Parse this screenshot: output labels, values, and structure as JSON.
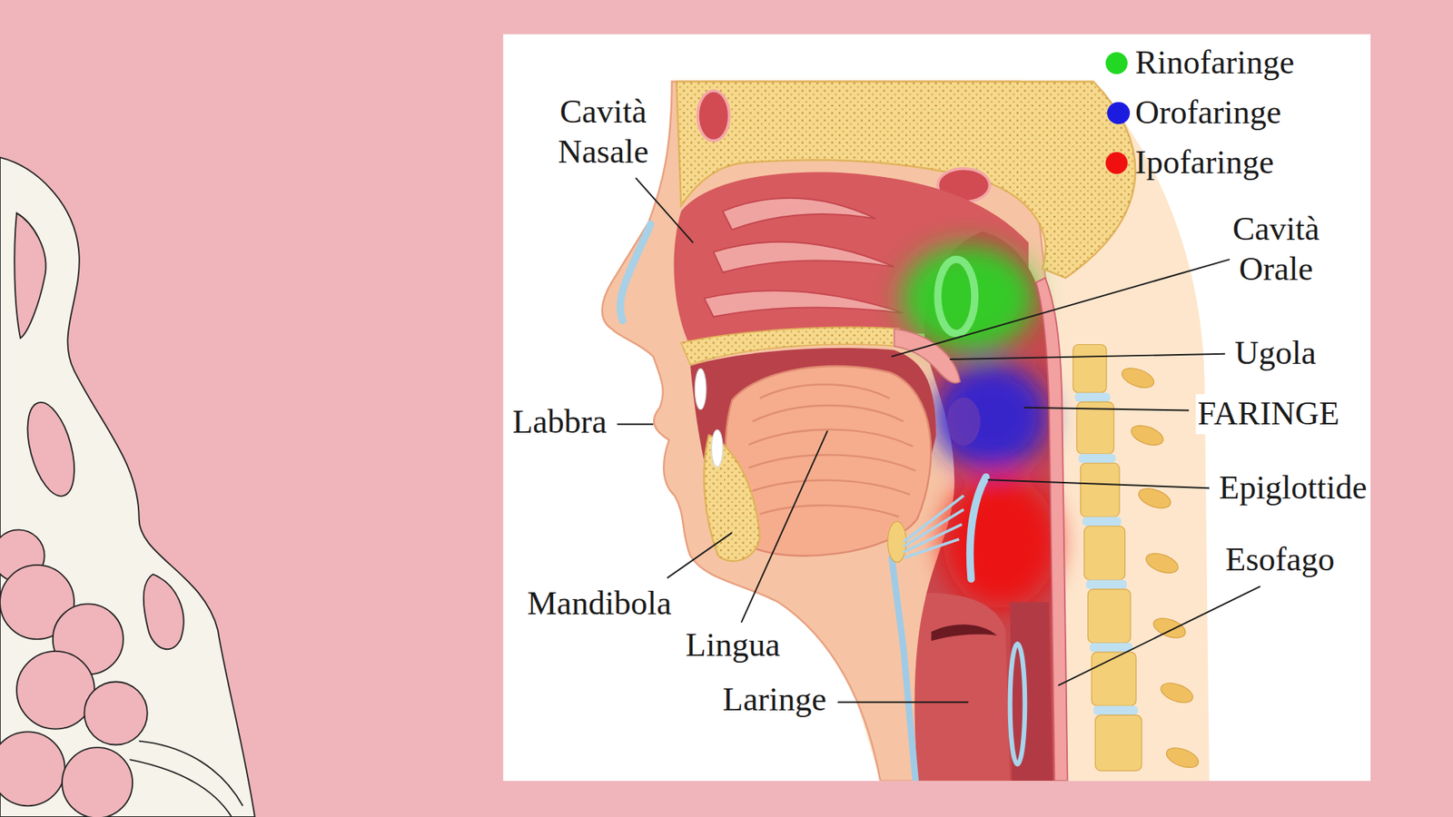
{
  "diagram": {
    "labels": [
      "Cavità Nasale",
      "Labbra",
      "Mandibola",
      "Lingua",
      "Laringe",
      "Cavità Orale",
      "Ugola",
      "FARINGE",
      "Epiglottide",
      "Esofago"
    ],
    "legend": [
      {
        "text": "Rinofaringe",
        "color": "#22d822"
      },
      {
        "text": "Orofaringe",
        "color": "#1c1ce0"
      },
      {
        "text": "Ipofaringe",
        "color": "#f01010"
      }
    ]
  }
}
